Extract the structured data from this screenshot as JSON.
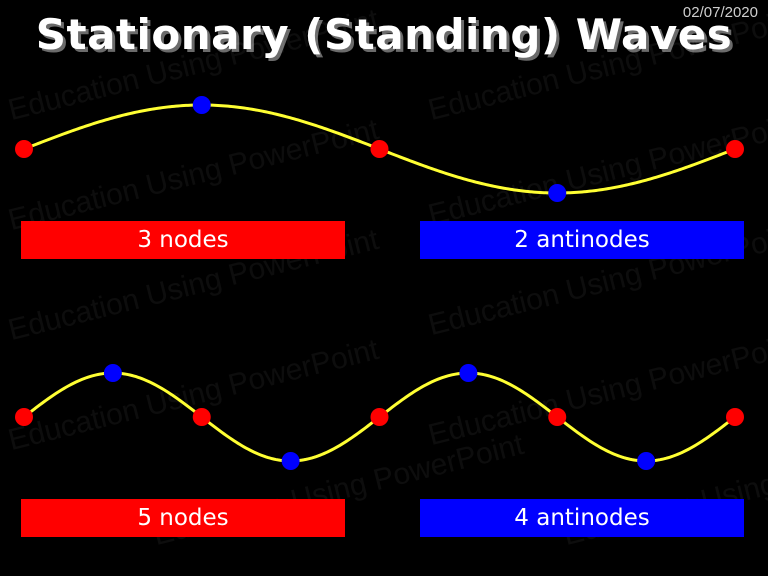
{
  "date": "02/07/2020",
  "title": "Stationary (Standing) Waves",
  "watermark": "Education Using PowerPoint",
  "colors": {
    "background": "#000000",
    "wave": "#ffff33",
    "node": "#ff0000",
    "antinode": "#0000ff"
  },
  "waves": [
    {
      "loops": 2,
      "nodes_label": "3 nodes",
      "antinodes_label": "2 antinodes"
    },
    {
      "loops": 4,
      "nodes_label": "5 nodes",
      "antinodes_label": "4 antinodes"
    }
  ]
}
